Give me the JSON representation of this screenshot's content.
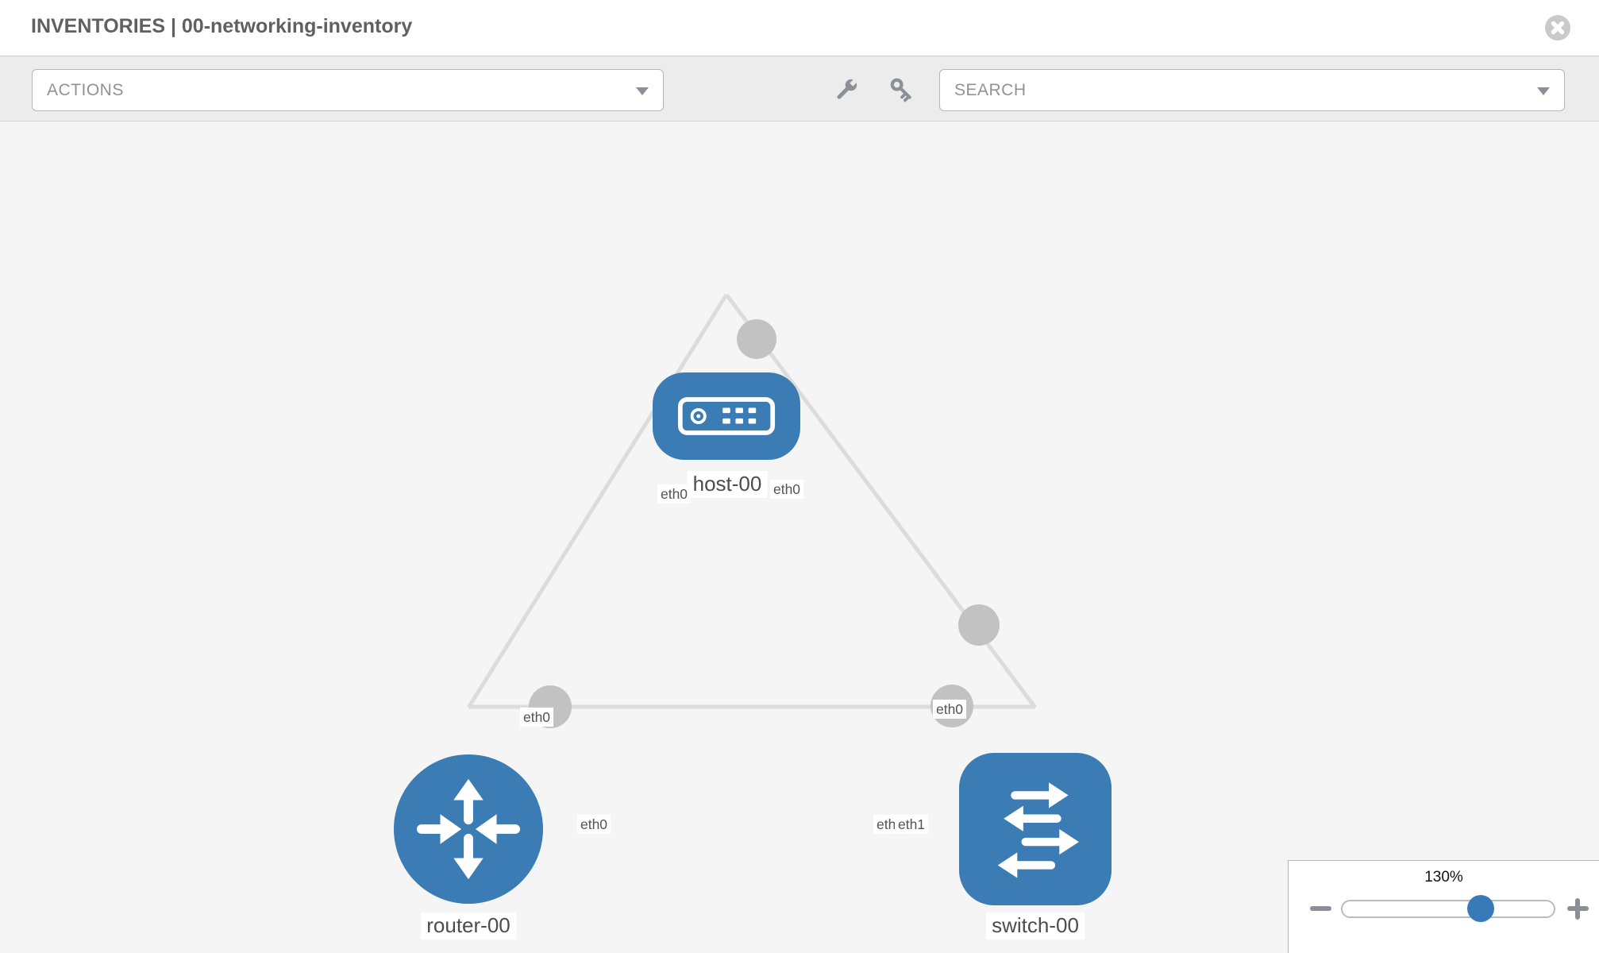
{
  "header": {
    "title": "INVENTORIES | 00-networking-inventory",
    "close_icon": "close-circle-icon"
  },
  "toolbar": {
    "actions_label": "ACTIONS",
    "search_label": "SEARCH",
    "icons": [
      "wrench-icon",
      "key-icon"
    ]
  },
  "topology": {
    "nodes": [
      {
        "label": "host-00",
        "type": "host",
        "shape": "rounded-rect"
      },
      {
        "label": "router-00",
        "type": "router",
        "shape": "circle"
      },
      {
        "label": "switch-00",
        "type": "switch",
        "shape": "rounded-square"
      }
    ],
    "links": [
      {
        "from": "router-00",
        "from_if": "eth0",
        "to": "host-00",
        "to_if": "eth0"
      },
      {
        "from": "switch-00",
        "from_if": "eth0",
        "to": "host-00",
        "to_if": "eth0"
      },
      {
        "from": "router-00",
        "from_if": "eth0",
        "to": "switch-00",
        "to_if": "eth1"
      }
    ],
    "interface_labels": {
      "host_left": "eth0",
      "host_right": "eth0",
      "router_host_link": "eth0",
      "switch_host_link": "eth0",
      "router_switch_near_router": "eth0",
      "router_switch_near_switch_back": "eth0",
      "router_switch_near_switch_front": "eth1"
    }
  },
  "zoom_control": {
    "percent": "130%",
    "slider_position": 0.65
  },
  "colors": {
    "node_blue": "#3b7cb4",
    "slider_thumb_blue": "#3879b8",
    "link_gray": "#dcdcdc",
    "stub_gray": "#c2c2c2",
    "canvas_bg": "#f5f5f5",
    "toolbar_bg": "#ececec"
  }
}
